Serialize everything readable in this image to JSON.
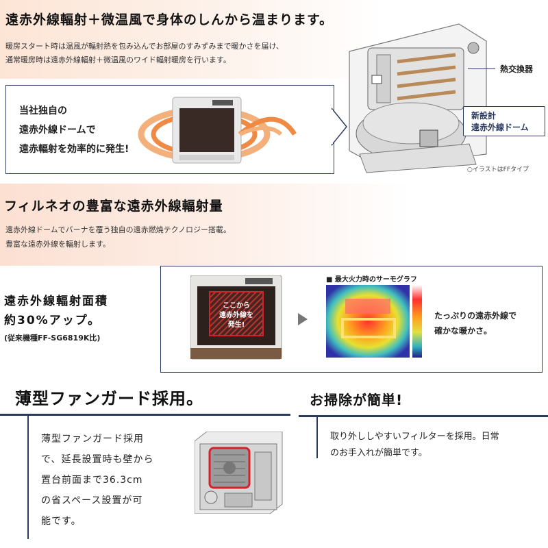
{
  "section1": {
    "title": "遠赤外線輻射＋微温風で身体のしんから温まります。",
    "desc_line1": "暖房スタート時は温風が輻射熱を包み込んでお部屋のすみずみまで暖かさを届け、",
    "desc_line2": "通常暖房時は遠赤外線輻射＋微温風のワイド輻射暖房を行います。",
    "callout_line1": "当社独自の",
    "callout_line2": "遠赤外線ドームで",
    "callout_line3": "遠赤輻射を効率的に発生!",
    "label_heat_exchanger": "熱交換器",
    "label_new_line1": "新設計",
    "label_new_line2": "遠赤外線ドーム",
    "illustration_note": "○イラストはFFタイプ"
  },
  "section2": {
    "title": "フィルネオの豊富な遠赤外線輻射量",
    "desc_line1": "遠赤外線ドームでバーナを覆う独自の遠赤燃焼テクノロジー搭載。",
    "desc_line2": "豊富な遠赤外線を輻射します。",
    "area_line1": "遠赤外線輻射面積",
    "area_line2": "約30%アップ。",
    "area_note": "(従来機種FF-SG6819K比)",
    "badge_line1": "ここから",
    "badge_line2": "遠赤外線を",
    "badge_line3": "発生!",
    "thermo_label": "■ 最大火力時のサーモグラフ",
    "thermo_desc_line1": "たっぷりの遠赤外線で",
    "thermo_desc_line2": "確かな暖かさ。"
  },
  "section3": {
    "title": "薄型ファンガード採用。",
    "body_line1": "薄型ファンガード採用",
    "body_line2": "で、延長設置時も壁から",
    "body_line3": "置台前面まで36.3cm",
    "body_line4": "の省スペース設置が可",
    "body_line5": "能です。"
  },
  "section4": {
    "title": "お掃除が簡単!",
    "body_line1": "取り外ししやすいフィルターを採用。日常",
    "body_line2": "のお手入れが簡単です。"
  },
  "colors": {
    "navy": "#2a3a5e",
    "accent_orange": "#e8742a",
    "highlight_red": "#d8202a"
  }
}
